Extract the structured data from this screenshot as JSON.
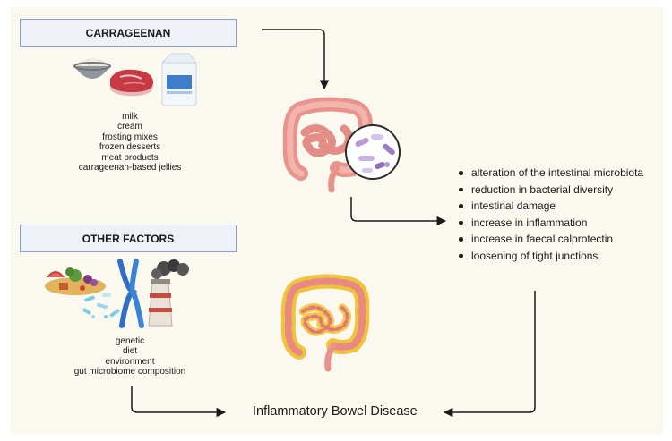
{
  "carrageenan": {
    "title": "CARRAGEENAN",
    "sources": [
      "milk",
      "cream",
      "frosting mixes",
      "frozen desserts",
      "meat products",
      "carrageenan-based jellies"
    ]
  },
  "other_factors": {
    "title": "OTHER FACTORS",
    "items": [
      "genetic",
      "diet",
      "environment",
      "gut microbiome composition"
    ]
  },
  "effects": [
    "alteration of the intestinal microbiota",
    "reduction in bacterial diversity",
    "intestinal damage",
    "increase in inflammation",
    "increase in faecal calprotectin",
    "loosening of tight junctions"
  ],
  "outcome": "Inflammatory Bowel Disease"
}
